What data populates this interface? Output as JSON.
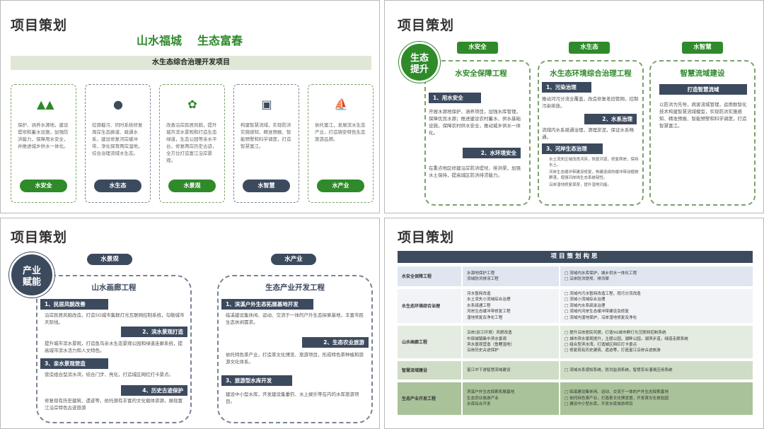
{
  "title": "项目策划",
  "p1": {
    "slogan1": "山水福城",
    "slogan2": "生态富春",
    "banner": "水生态综合治理开发项目",
    "cards": [
      {
        "icon": "binoculars-icon",
        "text": "保护、涵养水源地，建设堤坝和蓄水设施，加强防洪能力，保障用水安全，并推进城乡供水一体化。",
        "label": "水安全"
      },
      {
        "icon": "tree-icon",
        "text": "控源截污、同时系统修复周岸生态廊道、疏通水系，建设修复河岸缓冲带，净化保育两岸湿地，综合治理流域水生态。",
        "label": "水生态"
      },
      {
        "icon": "landscape-badge-icon",
        "text": "改善沿岸民居风貌，提升城市滨水景观和打造生态绿道，生态公园等亲水平台，修复两岸历史古迹，全方位打造富江沿岸景观。",
        "label": "水景观"
      },
      {
        "icon": "monitor-icon",
        "text": "构建智慧流域，实现防洪实施感知、精准预报、智能预警和科学调度，打造智慧富江。",
        "label": "水智慧"
      },
      {
        "icon": "sailboat-icon",
        "text": "依托富江，发展滨水生态产业，打造锦安特色生态旅游品牌。",
        "label": "水产业"
      }
    ]
  },
  "p2": {
    "badge": [
      "生态",
      "提升"
    ],
    "tags": [
      "水安全",
      "水生态",
      "水智慧"
    ],
    "col1": {
      "title": "水安全保障工程",
      "s1": "1、用水安全",
      "t1": "开展水源地保护、涵养项目，加强水库管理，保障优良水源；推进建设农村蓄水、供水基础设施，保障农村供水安全，推动城乡供水一体化。",
      "s2": "2、水环境安全",
      "t2": "在重点地区修建沿岸防洪堤坝、排洪渠，加强水土保持，提高城区防洪排涝能力。"
    },
    "col2": {
      "title": "水生态环境综合治理工程",
      "s1": "1、污染治理",
      "t1": "推动河污分流全覆盖，改造修复老旧管网，控制污染排放。",
      "s2": "2、水系治理",
      "t2": "流域内水系疏通治理，清理淤泥，保证水系畅通。",
      "s3": "3、河岸生态治理",
      "b": [
        "水土流失区域改良河床，恢复河道，修复两岸，保持水土。",
        "河岸生态缓冲带建设修复，构建连续的缓冲带动植物群落，增强河岸线生态系统韧性。",
        "沿岸湿地修复保育，提升湿地功能。"
      ]
    },
    "col3": {
      "title": "智慧流域建设",
      "s1": "打造智慧流域",
      "t1": "以防洪为先导，病害流域管理，运用数智化技术构建智慧流域模型，实现防洪实施感知、精准预报、智能预警和科学调度，打造智慧富江。"
    }
  },
  "p3": {
    "badge": [
      "产业",
      "赋能"
    ],
    "tags": [
      "水景观",
      "水产业"
    ],
    "col1": {
      "title": "山水画廊工程",
      "s1": "1、民居风貌改善",
      "t1": "沿岸民居风貌改造，打造5G城市集群灯光互联网控制系统，勾勒城市天际线。",
      "s2": "2、滨水景观打造",
      "t2": "提升城市滨水景观，打造鱼鸟亲水生态景观公园和绿道走廊系统，提高城市滨水活力和人文特色。",
      "s3": "3、亲水景观营造",
      "t3": "营造组合型滨水湾，结合门步、亮化，打造城区网红打卡景点。",
      "s4": "4、历史古迹保护",
      "t4": "修复现有历史建筑、遗迹等，依托源有丰富的文化载体资源，展现富江沿岸特色古迹旅游"
    },
    "col2": {
      "title": "生态产业开发工程",
      "s1": "1、滨溪户外生态拓展基地开发",
      "t1": "临溪建设集休闲、运动、交流于一体的户外生态探索基地，丰富市民生态休闲需求。",
      "s2": "2、生态农业旅游",
      "t2": "依托特色茶产业，打造茶文化博览、旅游项目，形成特色茶种植和旅游文化体系。",
      "s3": "3、旅游型水库开发",
      "t3": "建设中小型水库，开发建设集垂钓、水上娱乐等在内的水库旅游项目。"
    }
  },
  "p4": {
    "header": "项目策划构思",
    "rows": [
      {
        "name": "水安全保障工程",
        "mid": [
          "水源地保护工程",
          "流域防洪排涝工程"
        ],
        "right": [
          "□ 流域内水库保护，城乡供水一体化工程",
          "□ 沿岸防洪堤坝、排洪渠"
        ]
      },
      {
        "name": "水生态环境综合治理",
        "mid": [
          "河水暂网改造",
          "水土流失小流域综合治理",
          "水系疏通工程",
          "河岸生态缓冲带修复工程",
          "湿地修复及净化工程"
        ],
        "right": [
          "□ 流域内污水暂网改造工程，雨污分流改造",
          "□ 流域小流域综合治理",
          "□ 流域内水系疏浚治理",
          "□ 流域内河岸生态缓冲带建设及修复",
          "□ 流域内湿地保护，沿岸湿地修复及净化"
        ]
      },
      {
        "name": "山水画廊工程",
        "mid": [
          "沿岸(驳江环境）风貌改造",
          "中部城镇集中滨水景观",
          "滨水景观营造（鱼鲤湿地）",
          "沿岸历史古迹保护"
        ],
        "right": [
          "□ 提升沿岸居民风貌，打造5G城市群灯光互联网控制系统",
          "□ 城市滨水景观提升，主题公园，湖畔公园，湖滨步道，绿道走廊系统",
          "□ 组合型滨水湾，打造城区网红打卡景点",
          "□ 修复现有历史建筑、遗迹等，打造富江沿岸古迹旅游"
        ]
      },
      {
        "name": "智慧流域建设",
        "mid": [
          "富江中下游智慧流域建设"
        ],
        "right": [
          "□ 流域水系感知系统、防洪监测系统，智慧农业灌溉应用系统"
        ]
      },
      {
        "name": "生态产业开发工程",
        "mid": [
          "滨溪户外生态探索拓展基地",
          "生态农业旅游产业",
          "水库综合开发"
        ],
        "right": [
          "□ 临溪建设集休闲、运动、交流于一体的户外生态探索基地",
          "□ 依托特色茶产业，打造茶文化博览馆，开发茶文化体验园",
          "□ 建设中小型水库，开发水库旅游项目"
        ]
      }
    ]
  }
}
